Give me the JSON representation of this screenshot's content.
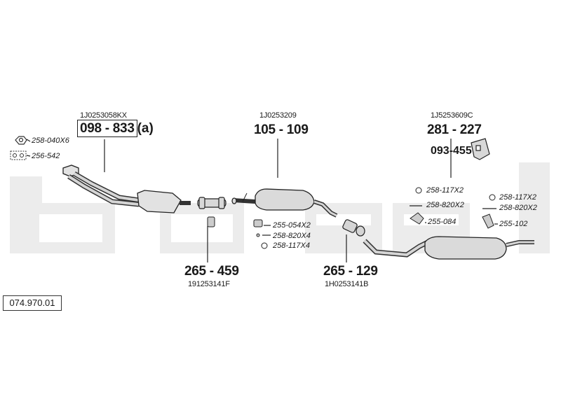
{
  "watermark": "bosal",
  "document_number": "074.970.01",
  "parts": {
    "front_pipe": {
      "oem": "1J0253058KX",
      "number": "098 - 833",
      "suffix": "(a)"
    },
    "middle_silencer": {
      "oem": "1J0253209",
      "number": "105 - 109"
    },
    "rear_silencer": {
      "oem": "1J5253609C",
      "number": "281 - 227"
    },
    "mounting_kit": {
      "number": "093-455"
    },
    "connector_1": {
      "number": "265 - 459",
      "oem": "191253141F"
    },
    "connector_2": {
      "number": "265 - 129",
      "oem": "1H0253141B"
    }
  },
  "accessories": {
    "nut": "258-040X6",
    "gasket": "256-542",
    "mid_clamp": "255-054X2",
    "mid_bolt": "258-820X4",
    "mid_washer": "258-117X4",
    "rear_washer": "258-117X2",
    "rear_bolt": "258-820X2",
    "rear_hanger": "255-084",
    "right_washer": "258-117X2",
    "right_bolt": "258-820X2",
    "right_hanger": "255-102"
  }
}
